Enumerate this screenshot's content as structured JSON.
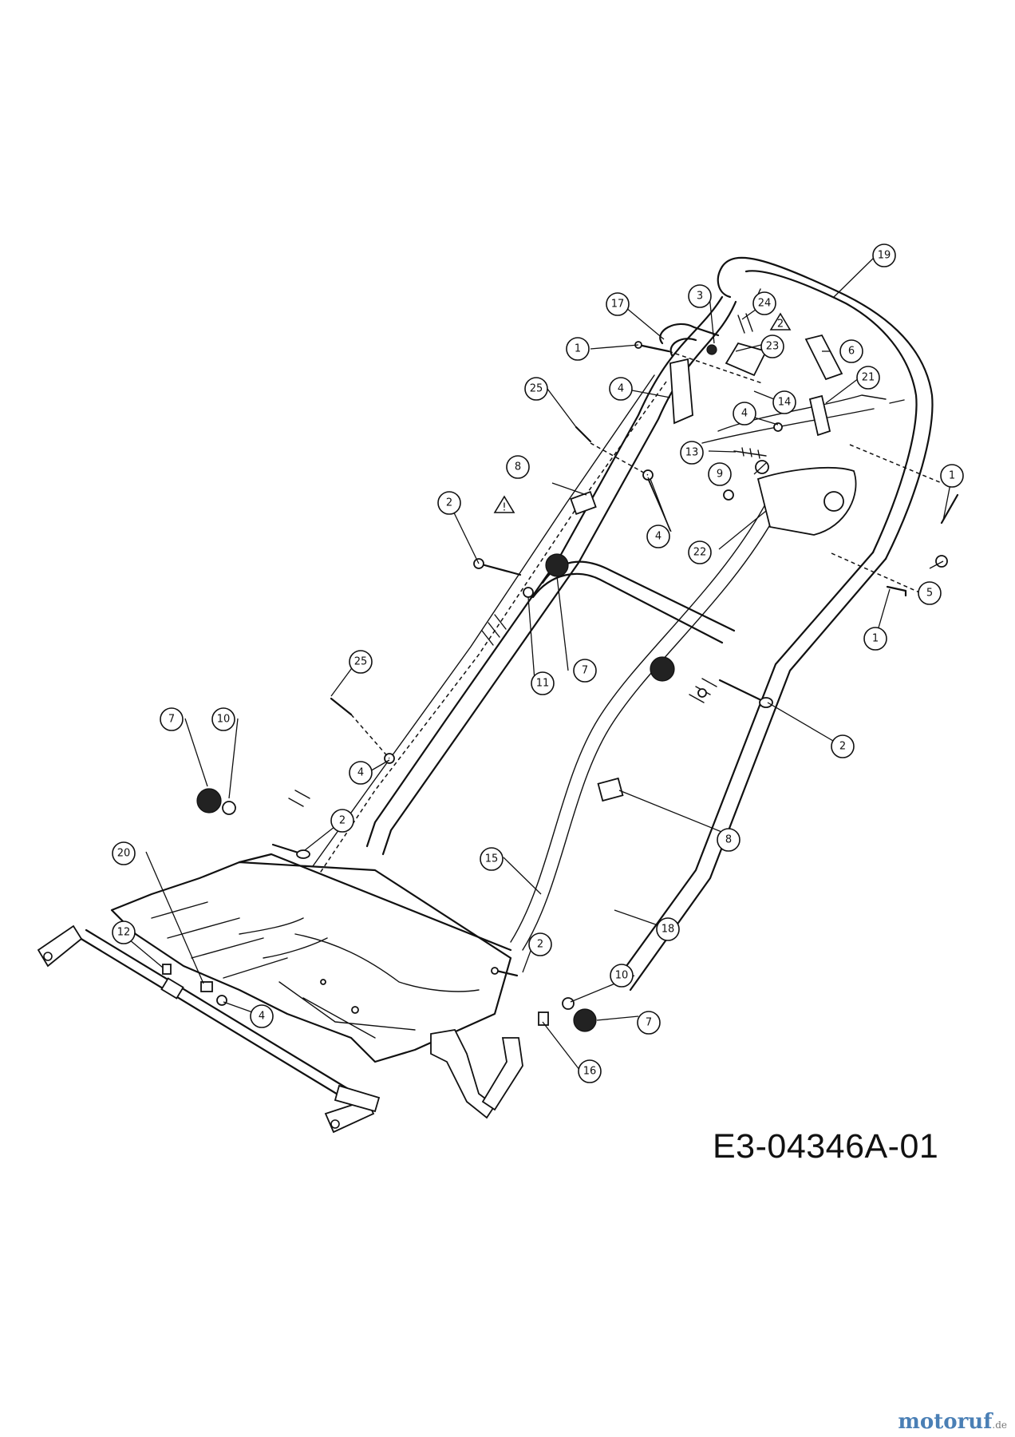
{
  "drawing_code": "E3-04346A-01",
  "watermark": {
    "brand": "motoruf",
    "suffix": ".de"
  },
  "callouts": [
    {
      "id": "c1a",
      "label": "1"
    },
    {
      "id": "c1b",
      "label": "1"
    },
    {
      "id": "c1c",
      "label": "1"
    },
    {
      "id": "c2a",
      "label": "2"
    },
    {
      "id": "c2b",
      "label": "2"
    },
    {
      "id": "c2c",
      "label": "2"
    },
    {
      "id": "c2d",
      "label": "2"
    },
    {
      "id": "c3",
      "label": "3"
    },
    {
      "id": "c4a",
      "label": "4"
    },
    {
      "id": "c4b",
      "label": "4"
    },
    {
      "id": "c4c",
      "label": "4"
    },
    {
      "id": "c4d",
      "label": "4"
    },
    {
      "id": "c4e",
      "label": "4"
    },
    {
      "id": "c5",
      "label": "5"
    },
    {
      "id": "c6",
      "label": "6"
    },
    {
      "id": "c7a",
      "label": "7"
    },
    {
      "id": "c7b",
      "label": "7"
    },
    {
      "id": "c7c",
      "label": "7"
    },
    {
      "id": "c8a",
      "label": "8"
    },
    {
      "id": "c8b",
      "label": "8"
    },
    {
      "id": "c9",
      "label": "9"
    },
    {
      "id": "c10a",
      "label": "10"
    },
    {
      "id": "c10b",
      "label": "10"
    },
    {
      "id": "c11",
      "label": "11"
    },
    {
      "id": "c12",
      "label": "12"
    },
    {
      "id": "c13",
      "label": "13"
    },
    {
      "id": "c14",
      "label": "14"
    },
    {
      "id": "c15",
      "label": "15"
    },
    {
      "id": "c16",
      "label": "16"
    },
    {
      "id": "c17",
      "label": "17"
    },
    {
      "id": "c18",
      "label": "18"
    },
    {
      "id": "c19",
      "label": "19"
    },
    {
      "id": "c20",
      "label": "20"
    },
    {
      "id": "c21",
      "label": "21"
    },
    {
      "id": "c22",
      "label": "22"
    },
    {
      "id": "c23",
      "label": "23"
    },
    {
      "id": "c24",
      "label": "24"
    },
    {
      "id": "c25a",
      "label": "25"
    },
    {
      "id": "c25b",
      "label": "25"
    }
  ],
  "warning_markers": [
    {
      "id": "w1",
      "label": "!"
    },
    {
      "id": "w2",
      "label": "2"
    }
  ]
}
